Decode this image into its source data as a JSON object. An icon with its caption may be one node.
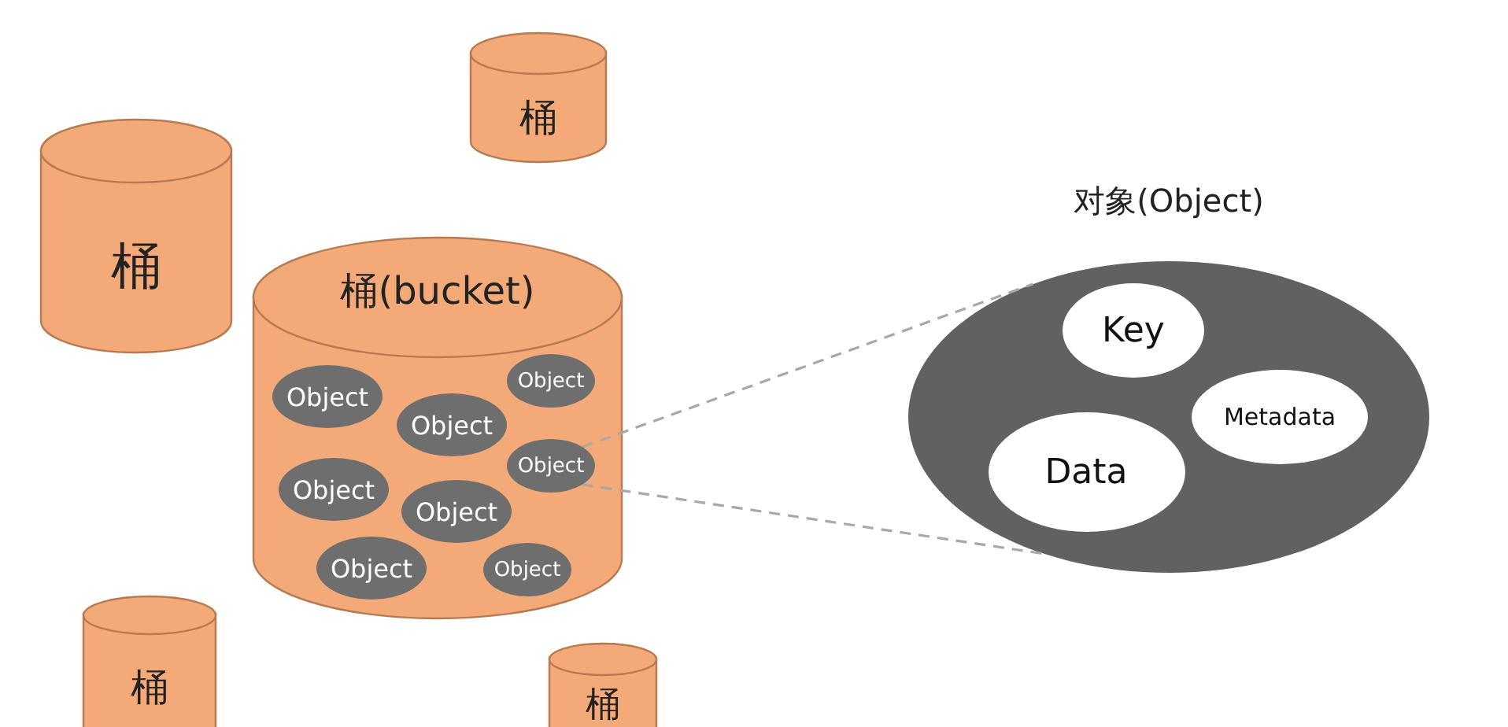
{
  "diagram": {
    "nodes": [
      {
        "text": [
          "桶"
        ]
      },
      {
        "text": [
          "桶"
        ]
      },
      {
        "text": [
          "桶(bucket)"
        ]
      },
      {
        "text": [
          "Object"
        ],
        "in": 2
      },
      {
        "text": [
          "Object"
        ],
        "in": 2
      },
      {
        "text": [
          "Object"
        ],
        "in": 2
      },
      {
        "text": [
          "Object"
        ],
        "in": 2
      },
      {
        "text": [
          "Object"
        ],
        "in": 2
      },
      {
        "text": [
          "Object"
        ],
        "in": 2
      },
      {
        "text": [
          "Object"
        ],
        "in": 2
      },
      {
        "text": [
          "Object"
        ],
        "in": 2
      },
      {
        "text": [
          "对象(Object)"
        ]
      },
      {
        "text": [
          "Key"
        ],
        "in": 11
      },
      {
        "text": [
          "Metadata"
        ],
        "in": 11
      },
      {
        "text": [
          "Data"
        ],
        "in": 11
      },
      {
        "text": [
          "桶"
        ]
      },
      {
        "text": [
          "桶"
        ]
      }
    ],
    "edges": [
      {
        "from": 6,
        "to": 11,
        "arrow": "none",
        "style": "dashed"
      },
      {
        "from": 6,
        "to": 11,
        "arrow": "none",
        "style": "dashed"
      }
    ]
  }
}
